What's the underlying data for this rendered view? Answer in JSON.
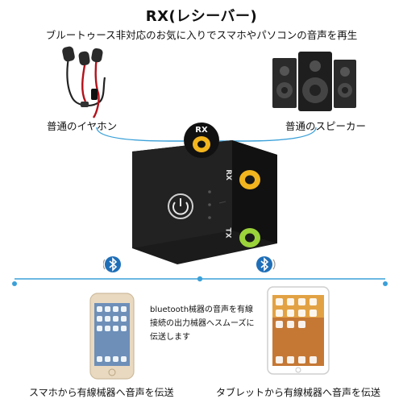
{
  "title": "RX(レシーバー)",
  "subtitle": "ブルートゥース非対応のお気に入りでスマホやパソコンの音声を再生",
  "left_device_label": "普通のイヤホン",
  "right_device_label": "普通のスピーカー",
  "receiver": {
    "mode_badge": "RX",
    "port_rx_label": "RX",
    "port_tx_label": "TX"
  },
  "middle_text": "bluetooth械器の音声を有線接続の出力械器へスムーズに伝送します",
  "phone_caption": "スマホから有線械器へ音声を伝送",
  "tablet_caption": "タブレットから有線械器へ音声を伝送",
  "colors": {
    "line_blue": "#3aa0d8",
    "jack_yellow": "#f3b51e",
    "jack_green": "#9bd33b",
    "device_black": "#1b1b1b"
  },
  "icons": [
    "earphones-icon",
    "speakers-icon",
    "bluetooth-icon",
    "power-icon",
    "smartphone-icon",
    "tablet-icon"
  ]
}
